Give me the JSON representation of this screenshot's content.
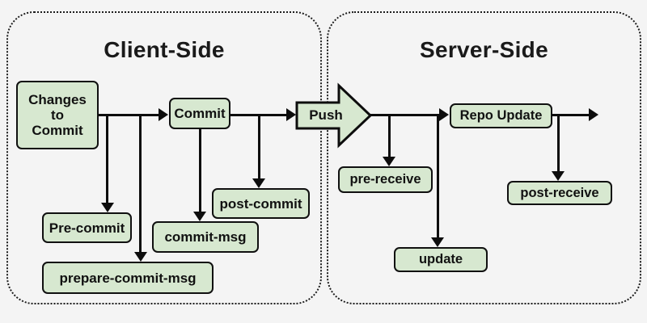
{
  "panels": {
    "client": {
      "title": "Client-Side"
    },
    "server": {
      "title": "Server-Side"
    }
  },
  "nodes": {
    "changes_to_commit": "Changes to Commit",
    "commit": "Commit",
    "pre_commit": "Pre-commit",
    "prepare_commit_msg": "prepare-commit-msg",
    "commit_msg": "commit-msg",
    "post_commit": "post-commit",
    "push": "Push",
    "repo_update": "Repo Update",
    "pre_receive": "pre-receive",
    "update": "update",
    "post_receive": "post-receive"
  },
  "colors": {
    "background": "#f4f4f4",
    "node_fill": "#d7e8d0",
    "node_border": "#101010",
    "connector": "#0d0d0d",
    "panel_border": "#1c1c1c",
    "text": "#111111"
  }
}
